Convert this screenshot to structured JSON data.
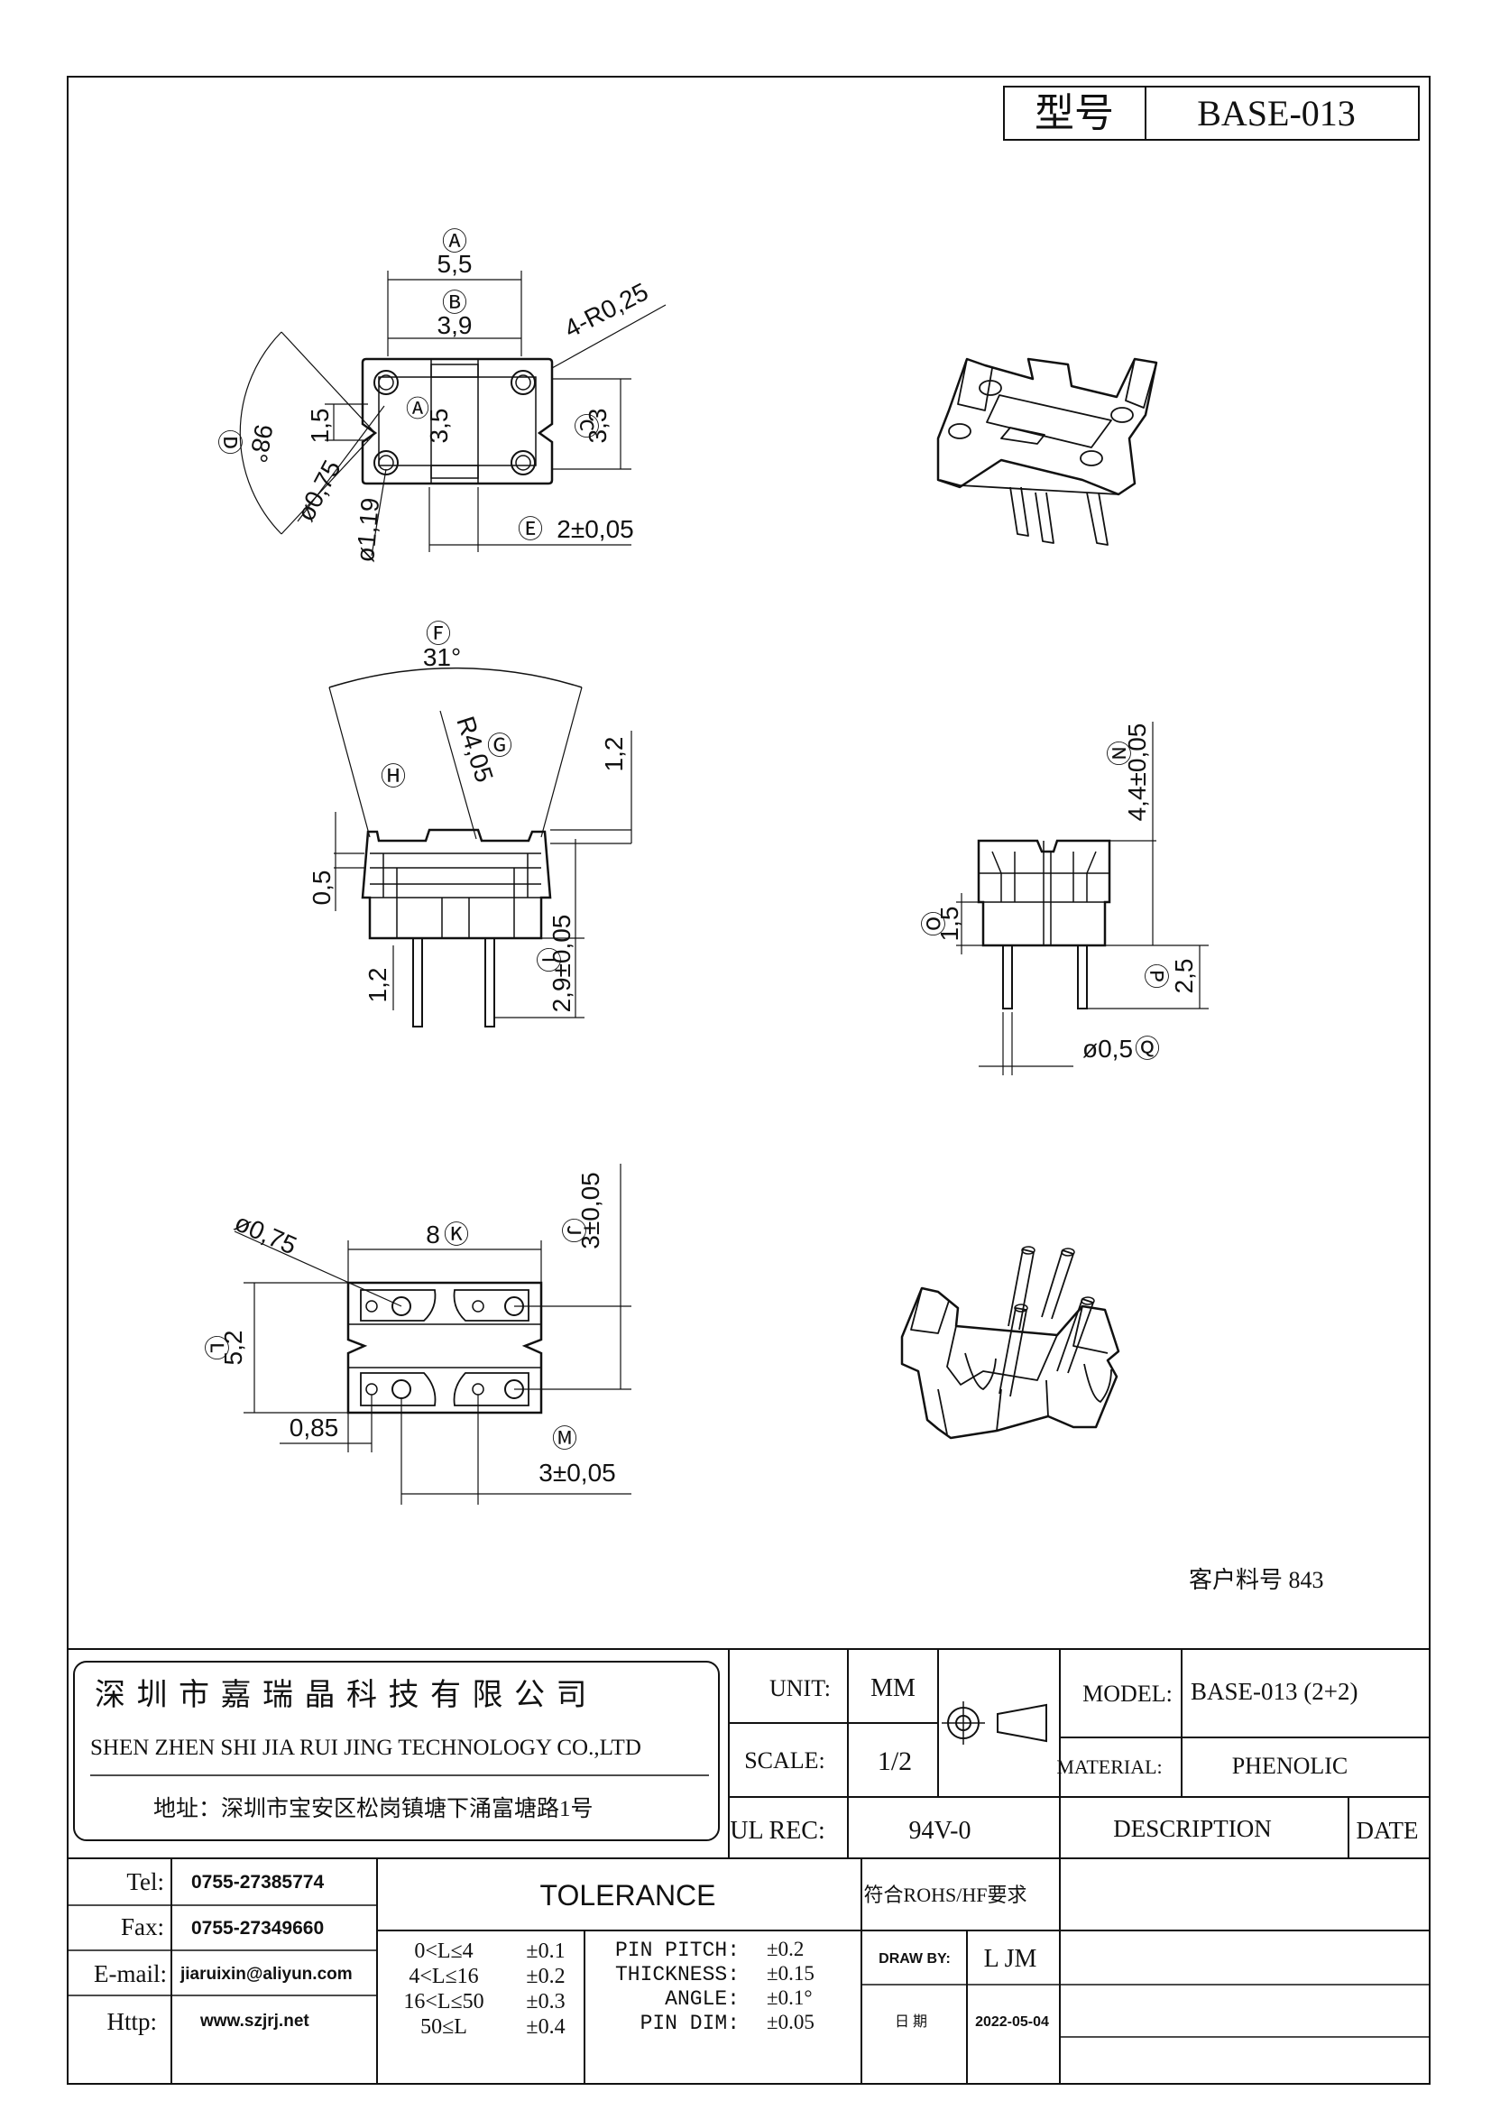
{
  "model_box": {
    "label": "型号",
    "value": "BASE-013"
  },
  "top_view": {
    "dim_a_tag": "Ⓐ",
    "dim_a": "5,5",
    "dim_b_tag": "Ⓑ",
    "dim_b": "3,9",
    "radius_note": "4-R0,25",
    "dim_1_5": "1,5",
    "dim_a2": "3,5",
    "dim_a2_tag": "Ⓐ",
    "dim_c_tag": "Ⓒ",
    "dim_c": "3,3",
    "angle_d_tag": "Ⓓ",
    "angle_d": "98°",
    "hole_small": "ø0,75",
    "hole_large": "ø1,19",
    "dim_e_tag": "Ⓔ",
    "dim_e": "2±0,05"
  },
  "front_view": {
    "angle_f_tag": "Ⓕ",
    "angle_f": "31°",
    "radius_g_tag": "Ⓖ",
    "radius_g": "R4,05",
    "h_tag": "Ⓗ",
    "dim_1_2_top": "1,2",
    "dim_0_5": "0,5",
    "dim_1_2_bottom": "1,2",
    "i_tag": "Ⓘ",
    "dim_i": "2,9±0,05"
  },
  "side_view": {
    "n_tag": "Ⓝ",
    "dim_n": "4,4±0,05",
    "o_tag": "Ⓞ",
    "dim_o": "1,5",
    "p_tag": "Ⓟ",
    "dim_p": "2,5",
    "q_tag": "Ⓠ",
    "dim_q": "ø0,5"
  },
  "bottom_view": {
    "hole": "ø0,75",
    "k_tag": "Ⓚ",
    "dim_k": "8",
    "j_tag": "Ⓙ",
    "dim_j": "3±0,05",
    "l_tag": "Ⓛ",
    "dim_l": "5,2",
    "dim_0_85": "0,85",
    "m_tag": "Ⓜ",
    "dim_m": "3±0,05"
  },
  "customer_part": "客户料号 843",
  "company": {
    "name_cn": "深 圳 市 嘉 瑞 晶 科 技 有 限 公 司",
    "name_en": "SHEN ZHEN SHI   JIA RUI JING   TECHNOLOGY CO.,LTD",
    "address": "地址：深圳市宝安区松岗镇塘下涌富塘路1号"
  },
  "spec": {
    "unit_label": "UNIT:",
    "unit_value": "MM",
    "scale_label": "SCALE:",
    "scale_value": "1/2",
    "ul_label": "UL REC:",
    "ul_value": "94V-0",
    "model_label": "MODEL:",
    "model_value": "BASE-013 (2+2)",
    "material_label": "MATERIAL:",
    "material_value": "PHENOLIC",
    "description_header": "DESCRIPTION",
    "date_header": "DATE"
  },
  "contact": {
    "tel_label": "Tel:",
    "tel": "0755-27385774",
    "fax_label": "Fax:",
    "fax": "0755-27349660",
    "email_label": "E-mail:",
    "email": "jiaruixin@aliyun.com",
    "http_label": "Http:",
    "http": "www.szjrj.net"
  },
  "tolerance": {
    "title": "TOLERANCE",
    "ranges": [
      {
        "range": "0<L≤4",
        "tol": "±0.1"
      },
      {
        "range": "4<L≤16",
        "tol": "±0.2"
      },
      {
        "range": "16<L≤50",
        "tol": "±0.3"
      },
      {
        "range": "50≤L",
        "tol": "±0.4"
      }
    ],
    "params": [
      {
        "name": "PIN PITCH:",
        "tol": "±0.2"
      },
      {
        "name": "THICKNESS:",
        "tol": "±0.15"
      },
      {
        "name": "ANGLE:",
        "tol": "±0.1°"
      },
      {
        "name": "PIN DIM:",
        "tol": "±0.05"
      }
    ]
  },
  "compliance": "符合ROHS/HF要求",
  "draw_by_label": "DRAW BY:",
  "draw_by": "L JM",
  "date_label": "日 期",
  "date": "2022-05-04"
}
